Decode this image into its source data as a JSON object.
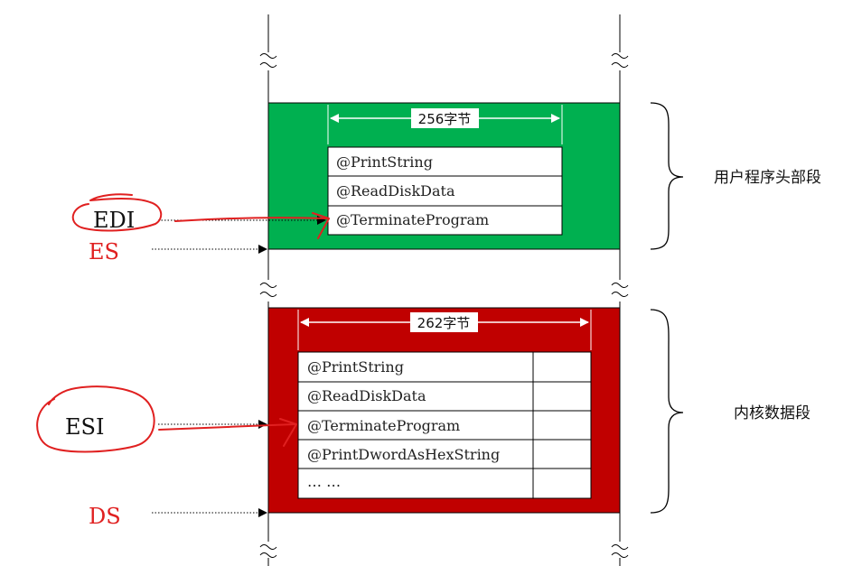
{
  "colors": {
    "user_segment": "#00b050",
    "kernel_segment": "#c00000",
    "register_red": "#e02020",
    "annotation_red": "#e02020",
    "line": "#000000"
  },
  "user_header": {
    "width_label": "256字节",
    "entries": [
      "@PrintString",
      "@ReadDiskData",
      "@TerminateProgram"
    ],
    "brace_label": "用户程序头部段"
  },
  "kernel_data": {
    "width_label": "262字节",
    "entries": [
      "@PrintString",
      "@ReadDiskData",
      "@TerminateProgram",
      "@PrintDwordAsHexString",
      "… …"
    ],
    "brace_label": "内核数据段"
  },
  "registers": {
    "edi": "EDI",
    "es": "ES",
    "esi": "ESI",
    "ds": "DS"
  }
}
